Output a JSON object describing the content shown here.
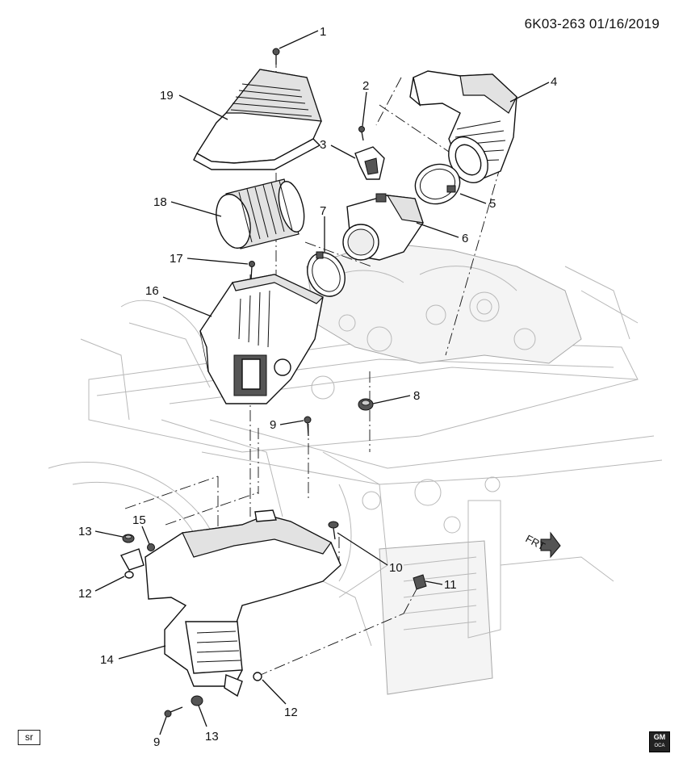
{
  "header": {
    "code": "6K03-263 01/16/2019"
  },
  "footer": {
    "sr_label": "sr",
    "logo_text": "GM",
    "logo_sub": "OCA"
  },
  "direction": {
    "label": "FRT"
  },
  "callouts": {
    "c1": "1",
    "c2": "2",
    "c3": "3",
    "c4": "4",
    "c5": "5",
    "c6": "6",
    "c7": "7",
    "c8": "8",
    "c9a": "9",
    "c9b": "9",
    "c10": "10",
    "c11": "11",
    "c12a": "12",
    "c12b": "12",
    "c13a": "13",
    "c13b": "13",
    "c14": "14",
    "c15": "15",
    "c16": "16",
    "c17": "17",
    "c18": "18",
    "c19": "19"
  }
}
